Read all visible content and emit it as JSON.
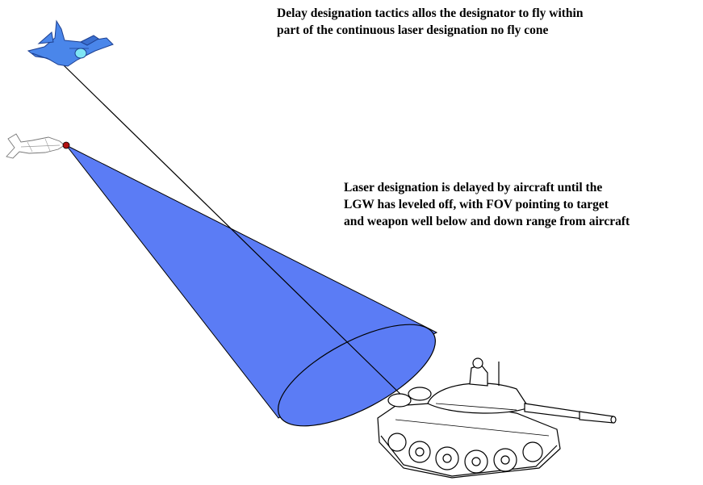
{
  "captions": {
    "top": [
      "Delay designation tactics allos the designator to fly within",
      "part of the continuous laser designation no fly cone"
    ],
    "middle": [
      "Laser designation is delayed by aircraft until the",
      "LGW has leveled off, with FOV pointing to target",
      "and weapon well below and down range from aircraft"
    ]
  },
  "colors": {
    "cone_fill": "#5b7cf5",
    "aircraft_fill": "#4a86ea",
    "aircraft_canopy": "#7fe6f5",
    "seeker_head": "#b31212",
    "line": "#000000"
  },
  "icons": [
    "fighter-jet-icon",
    "guided-weapon-icon",
    "tank-icon"
  ]
}
